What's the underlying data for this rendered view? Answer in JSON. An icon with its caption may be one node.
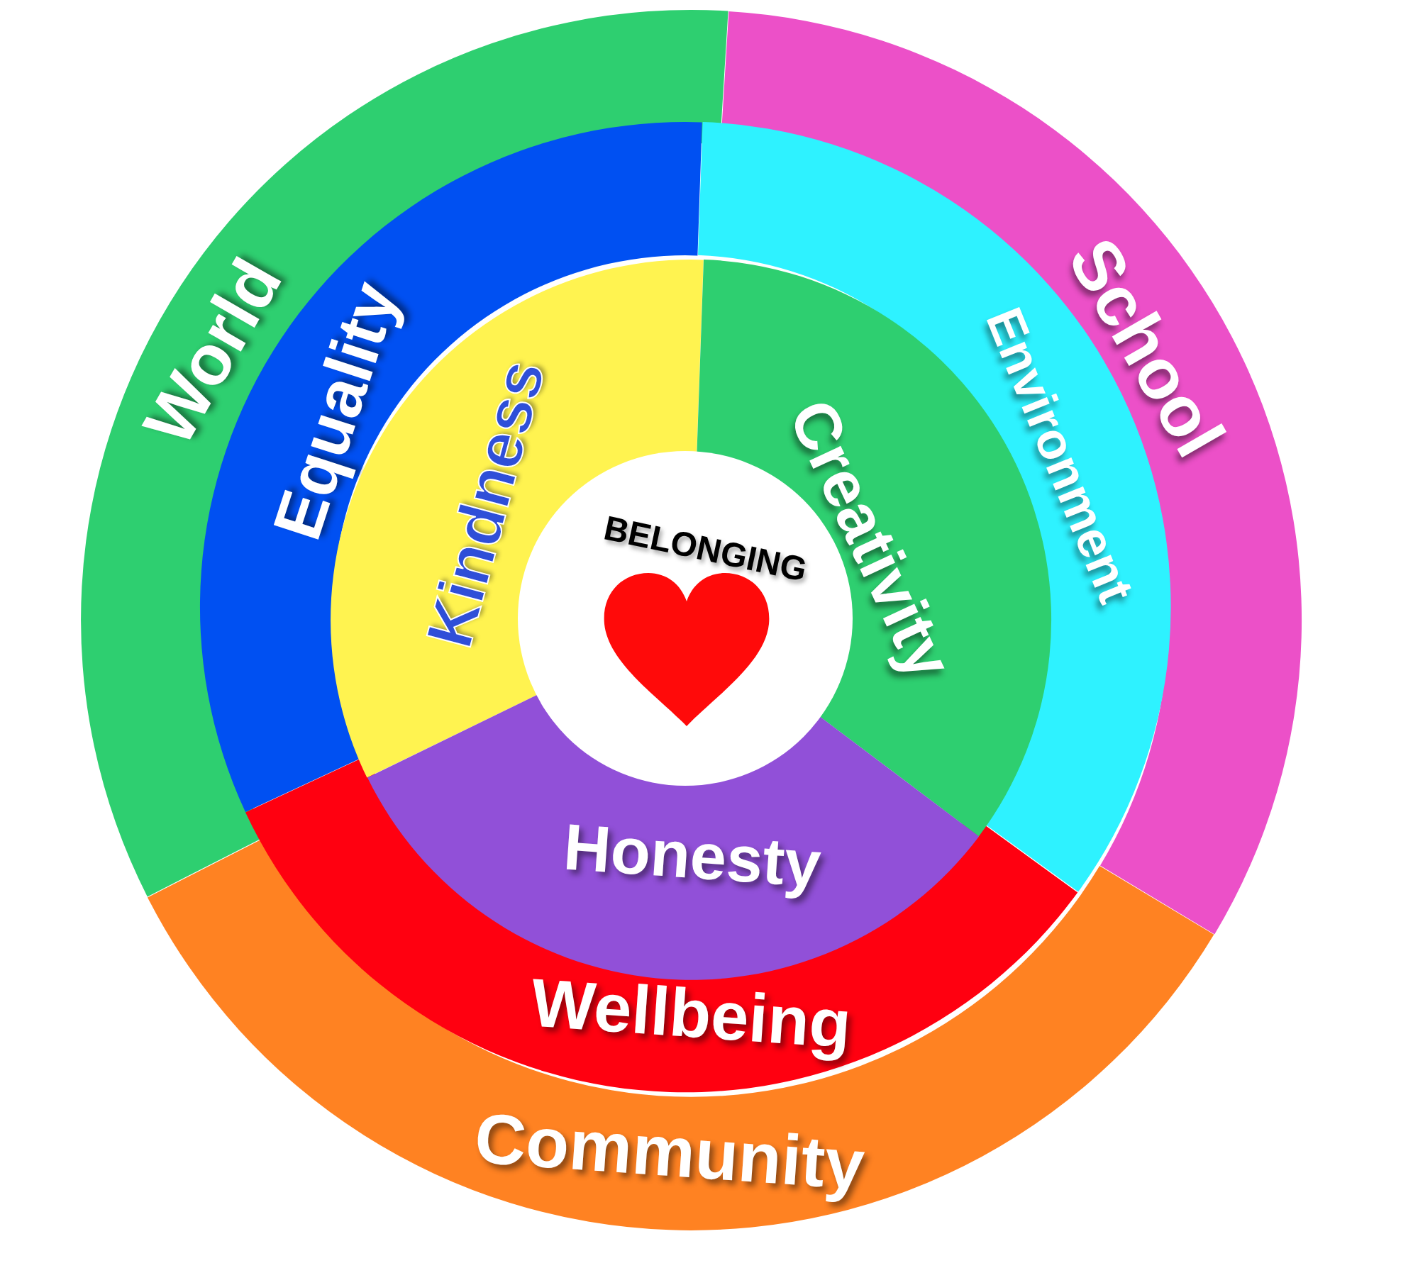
{
  "diagram": {
    "nodes": [
      {
        "text": [
          "World"
        ]
      },
      {
        "text": [
          "School"
        ]
      },
      {
        "text": [
          "Equality"
        ]
      },
      {
        "text": [
          "Environment"
        ]
      },
      {
        "text": [
          "Kindness"
        ]
      },
      {
        "text": [
          "Creativity"
        ]
      },
      {
        "text": [
          "BELONGING"
        ]
      },
      {
        "text": [
          "Honesty"
        ]
      },
      {
        "text": [
          "Wellbeing"
        ]
      },
      {
        "text": [
          "Community"
        ]
      }
    ]
  }
}
